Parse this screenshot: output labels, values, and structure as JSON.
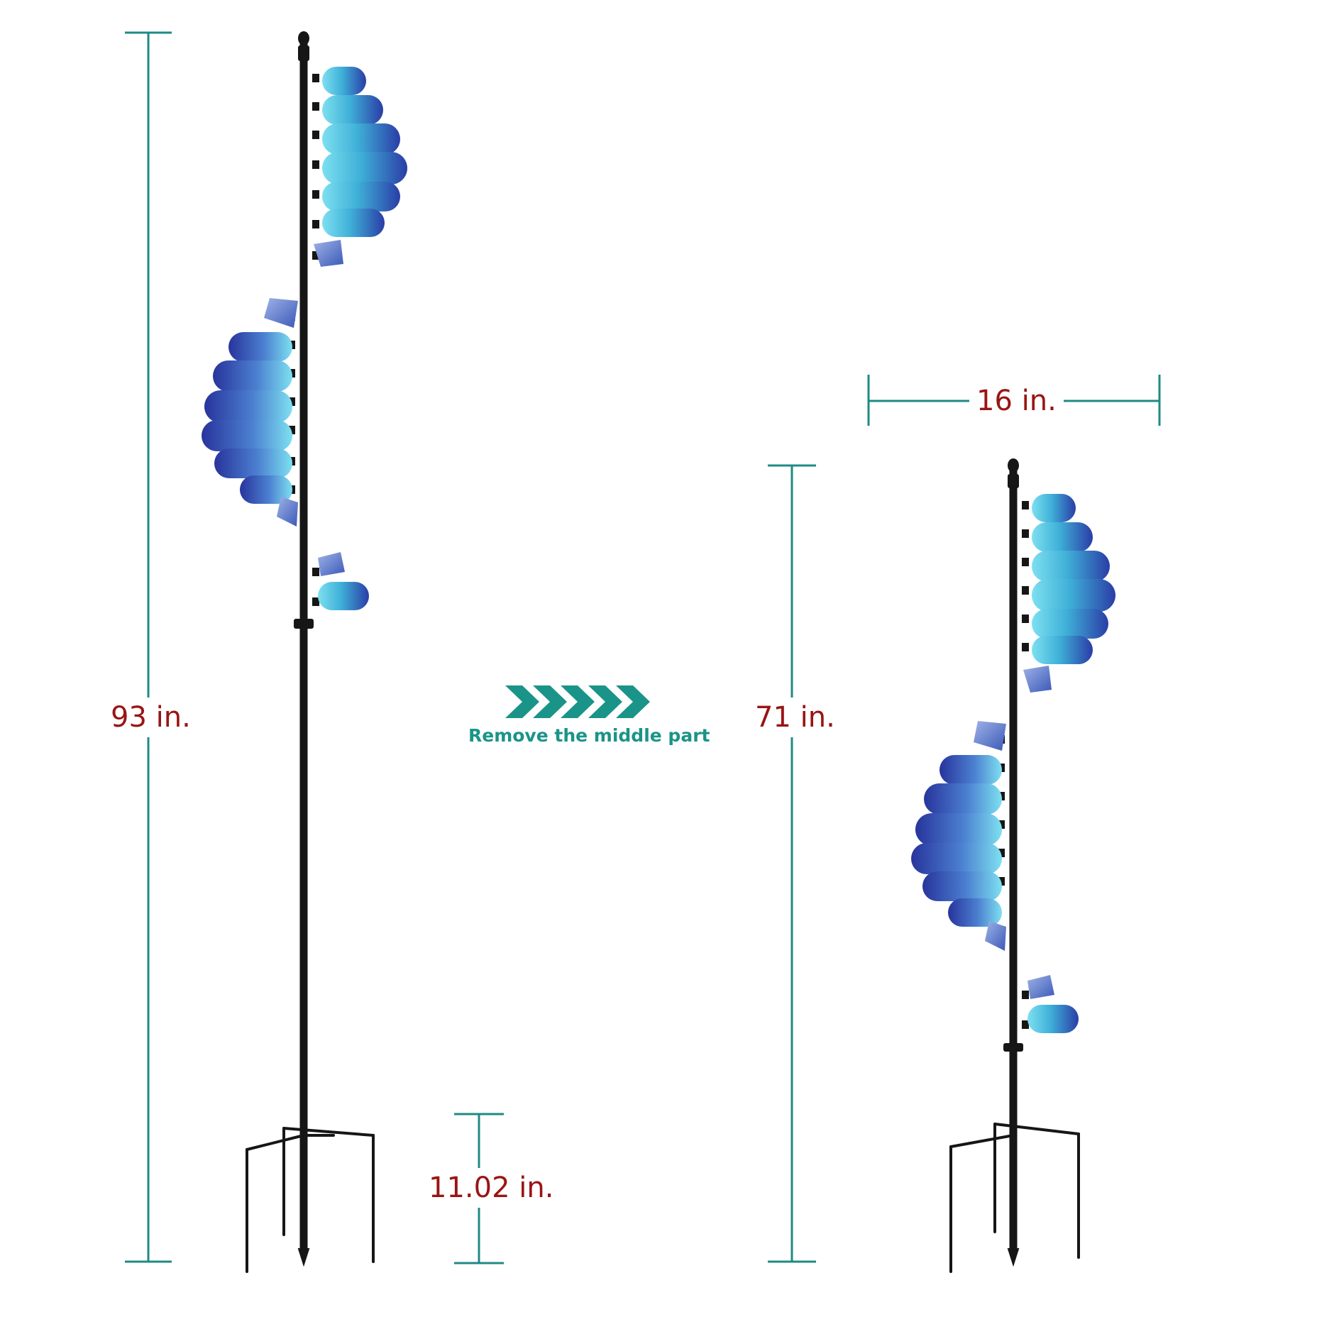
{
  "dimensions": {
    "total_height": "93 in.",
    "shortened_height": "71 in.",
    "width": "16 in.",
    "middle_part": "11.02 in."
  },
  "caption": "Remove the middle part",
  "colors": {
    "dimension_line": "#1f8a84",
    "label_text": "#9a1414",
    "caption": "#1a9488",
    "pole": "#161616",
    "glass_light": "#6fd6ea",
    "glass_dark": "#2b3fa8"
  },
  "icons": [
    "chevron-right-icon"
  ]
}
